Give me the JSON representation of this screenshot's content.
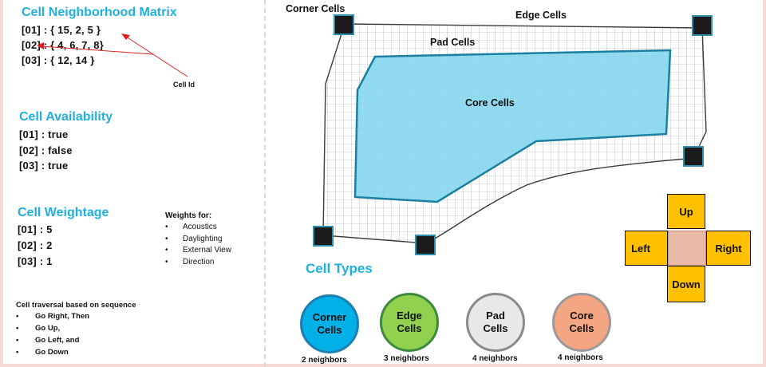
{
  "neighborhood": {
    "title": "Cell Neighborhood Matrix",
    "rows": [
      "[01] : { 15, 2, 5 }",
      "[02] : { 4, 6, 7, 8}",
      "[03] : { 12, 14 }"
    ],
    "cell_id_label": "Cell Id"
  },
  "availability": {
    "title": "Cell Availability",
    "rows": [
      "[01] : true",
      "[02] : false",
      "[03] : true"
    ]
  },
  "weightage": {
    "title": "Cell Weightage",
    "rows": [
      "[01] : 5",
      "[02] : 2",
      "[03] : 1"
    ],
    "weights_title": "Weights for:",
    "weights": [
      "Acoustics",
      "Daylighting",
      "External View",
      "Direction"
    ]
  },
  "traversal": {
    "title": "Cell traversal based on  sequence",
    "steps": [
      "Go Right, Then",
      "Go Up,",
      "Go Left, and",
      "Go Down"
    ]
  },
  "grid_labels": {
    "corner": "Corner Cells",
    "edge": "Edge Cells",
    "pad": "Pad Cells",
    "core": "Core Cells"
  },
  "directions": {
    "up": "Up",
    "left": "Left",
    "right": "Right",
    "down": "Down"
  },
  "cell_types": {
    "title": "Cell Types",
    "items": [
      {
        "line1": "Corner",
        "line2": "Cells",
        "caption": "2 neighbors",
        "color": "#00b0e6"
      },
      {
        "line1": "Edge",
        "line2": "Cells",
        "caption": "3 neighbors",
        "color": "#92d050"
      },
      {
        "line1": "Pad",
        "line2": "Cells",
        "caption": "4 neighbors",
        "color": "#e8e8e8"
      },
      {
        "line1": "Core",
        "line2": "Cells",
        "caption": "4 neighbors",
        "color": "#f4a582"
      }
    ]
  },
  "colors": {
    "heading": "#1fb0e0",
    "core_fill": "#7fd3ec",
    "core_stroke": "#1a7fa0",
    "corner_marker": "#1a1a1a",
    "direction_box": "#ffc000",
    "arrow": "#e02020"
  }
}
